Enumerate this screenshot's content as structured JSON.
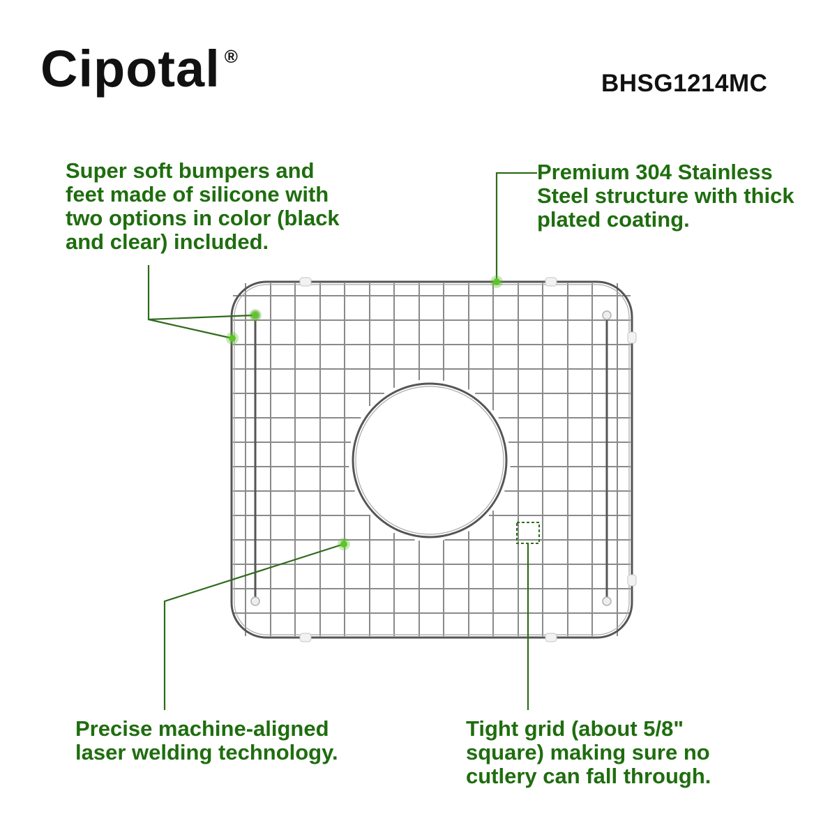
{
  "header": {
    "brand": "Cipotal",
    "registered_mark": "®",
    "model": "BHSG1214MC"
  },
  "callouts": [
    {
      "id": "bumpers",
      "text": "Super soft bumpers and\nfeet made of silicone with\ntwo options in color (black\nand clear) included."
    },
    {
      "id": "steel",
      "text": "Premium 304 Stainless\nSteel structure with thick\nplated coating."
    },
    {
      "id": "welding",
      "text": "Precise machine-aligned\nlaser welding technology."
    },
    {
      "id": "grid",
      "text": "Tight grid (about 5/8\"\nsquare) making sure no\ncutlery can fall through."
    }
  ],
  "colors": {
    "callout_text": "#1f6d0f",
    "leader_line": "#2e6b1a",
    "marker_dot": "#5fc42a",
    "grid_wire": "#8a8a8a",
    "frame_wire": "#555555"
  }
}
